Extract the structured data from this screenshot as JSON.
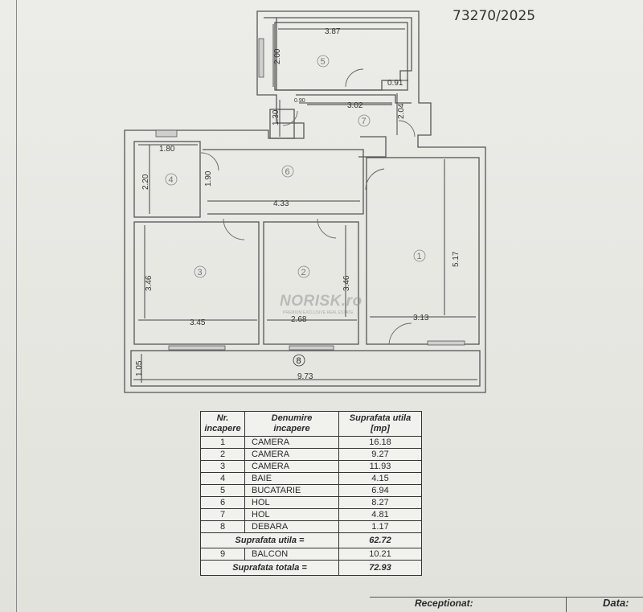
{
  "document": {
    "number": "73270/2025"
  },
  "watermark": {
    "brand": "NORISK.ro",
    "tagline": "PREMIUM EXCLUSIVE REAL ESTATE"
  },
  "plan": {
    "dimensions": {
      "kitchen_width": "3.87",
      "kitchen_depth": "2.00",
      "small_width": "0.91",
      "hall7_width": "3.02",
      "hall7_side": "2.04",
      "closet_depth": "1.30",
      "closet_width": "0.90",
      "bath_width": "1.80",
      "bath_depth": "2.20",
      "bath_door": "1.90",
      "hall6_width": "4.33",
      "room1_depth": "5.17",
      "room3_depth": "3.46",
      "room2_depth": "3.46",
      "room3_width": "3.45",
      "room2_width": "2.68",
      "room1_width": "3.13",
      "balcony_depth": "1.05",
      "balcony_width": "9.73"
    },
    "room_numbers": [
      "1",
      "2",
      "3",
      "4",
      "5",
      "6",
      "7",
      "8"
    ]
  },
  "table": {
    "headers": {
      "nr": [
        "Nr.",
        "incapere"
      ],
      "name": [
        "Denumire",
        "incapere"
      ],
      "area": [
        "Suprafata utila",
        "[mp]"
      ]
    },
    "rows": [
      {
        "nr": "1",
        "name": "CAMERA",
        "area": "16.18"
      },
      {
        "nr": "2",
        "name": "CAMERA",
        "area": "9.27"
      },
      {
        "nr": "3",
        "name": "CAMERA",
        "area": "11.93"
      },
      {
        "nr": "4",
        "name": "BAIE",
        "area": "4.15"
      },
      {
        "nr": "5",
        "name": "BUCATARIE",
        "area": "6.94"
      },
      {
        "nr": "6",
        "name": "HOL",
        "area": "8.27"
      },
      {
        "nr": "7",
        "name": "HOL",
        "area": "4.81"
      },
      {
        "nr": "8",
        "name": "DEBARA",
        "area": "1.17"
      }
    ],
    "useful_label": "Suprafata utila =",
    "useful_value": "62.72",
    "balcony_row": {
      "nr": "9",
      "name": "BALCON",
      "area": "10.21"
    },
    "total_label": "Suprafata totala =",
    "total_value": "72.93"
  },
  "footer": {
    "received": "Receptionat:",
    "date": "Data:"
  }
}
